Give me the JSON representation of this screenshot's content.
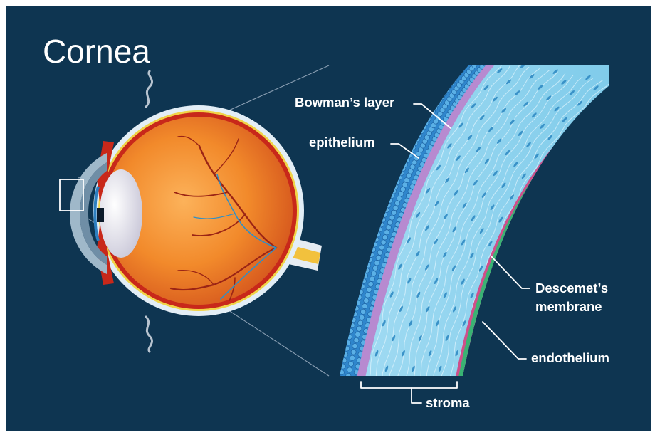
{
  "title": "Cornea",
  "labels": {
    "bowmans_layer": "Bowman’s layer",
    "epithelium": "epithelium",
    "descemets_line1": "Descemet’s",
    "descemets_line2": "membrane",
    "endothelium": "endothelium",
    "stroma": "stroma"
  },
  "colors": {
    "background": "#0e3551",
    "stroma": "#8fd3ef",
    "epithelium": "#2f86cc",
    "bowmans_layer": "#b78ad0",
    "descemets_membrane": "#39b373",
    "endothelium": "#cf4f8b",
    "eye_interior": "#f08a2c",
    "sclera": "#e3eef6"
  }
}
